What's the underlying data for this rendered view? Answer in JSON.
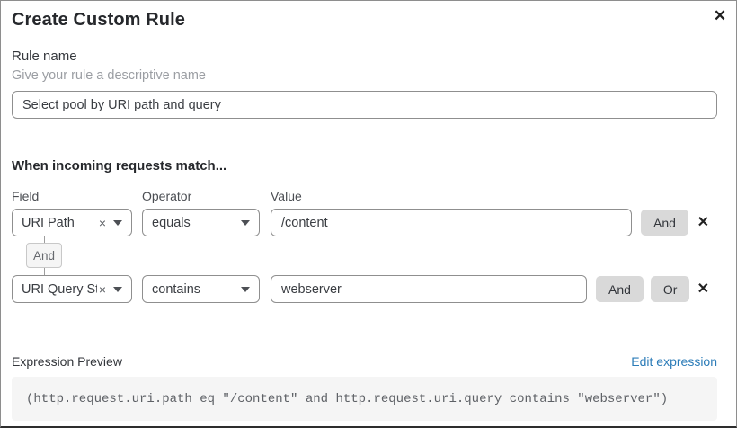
{
  "dialog": {
    "title": "Create Custom Rule"
  },
  "icons": {
    "close": "✕",
    "remove": "×"
  },
  "rule_name": {
    "label": "Rule name",
    "hint": "Give your rule a descriptive name",
    "value": "Select pool by URI path and query"
  },
  "matcher": {
    "heading": "When incoming requests match...",
    "columns": {
      "field": "Field",
      "operator": "Operator",
      "value": "Value"
    },
    "rows": [
      {
        "field": "URI Path",
        "operator": "equals",
        "value": "/content"
      },
      {
        "field": "URI Query St...",
        "operator": "contains",
        "value": "webserver"
      }
    ],
    "connector_label": "And",
    "and_label": "And",
    "or_label": "Or"
  },
  "expression": {
    "label": "Expression Preview",
    "edit_link": "Edit expression",
    "code": "(http.request.uri.path eq \"/content\" and http.request.uri.query contains \"webserver\")"
  },
  "colors": {
    "link_blue": "#2c7cb8",
    "button_gray": "#d9d9d9",
    "code_bg": "#f5f5f5",
    "border_gray": "#8f8f8f"
  }
}
